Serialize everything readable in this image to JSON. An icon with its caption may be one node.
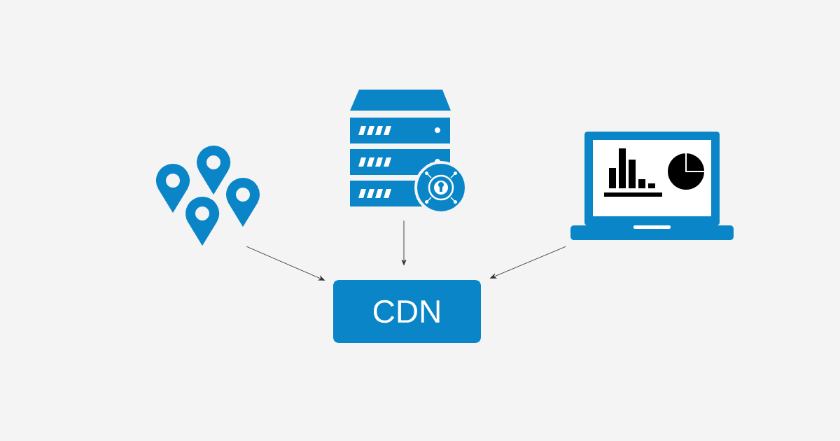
{
  "diagram": {
    "nodes": [
      {
        "text": [],
        "shape": "picture"
      },
      {
        "text": [],
        "shape": "picture"
      },
      {
        "text": [],
        "shape": "picture"
      },
      {
        "text": [
          "CDN"
        ]
      }
    ],
    "edges": [
      {
        "from": 0,
        "to": 3,
        "arrow": "to"
      },
      {
        "from": 1,
        "to": 3,
        "arrow": "to"
      },
      {
        "from": 2,
        "to": 3,
        "arrow": "to"
      }
    ]
  }
}
